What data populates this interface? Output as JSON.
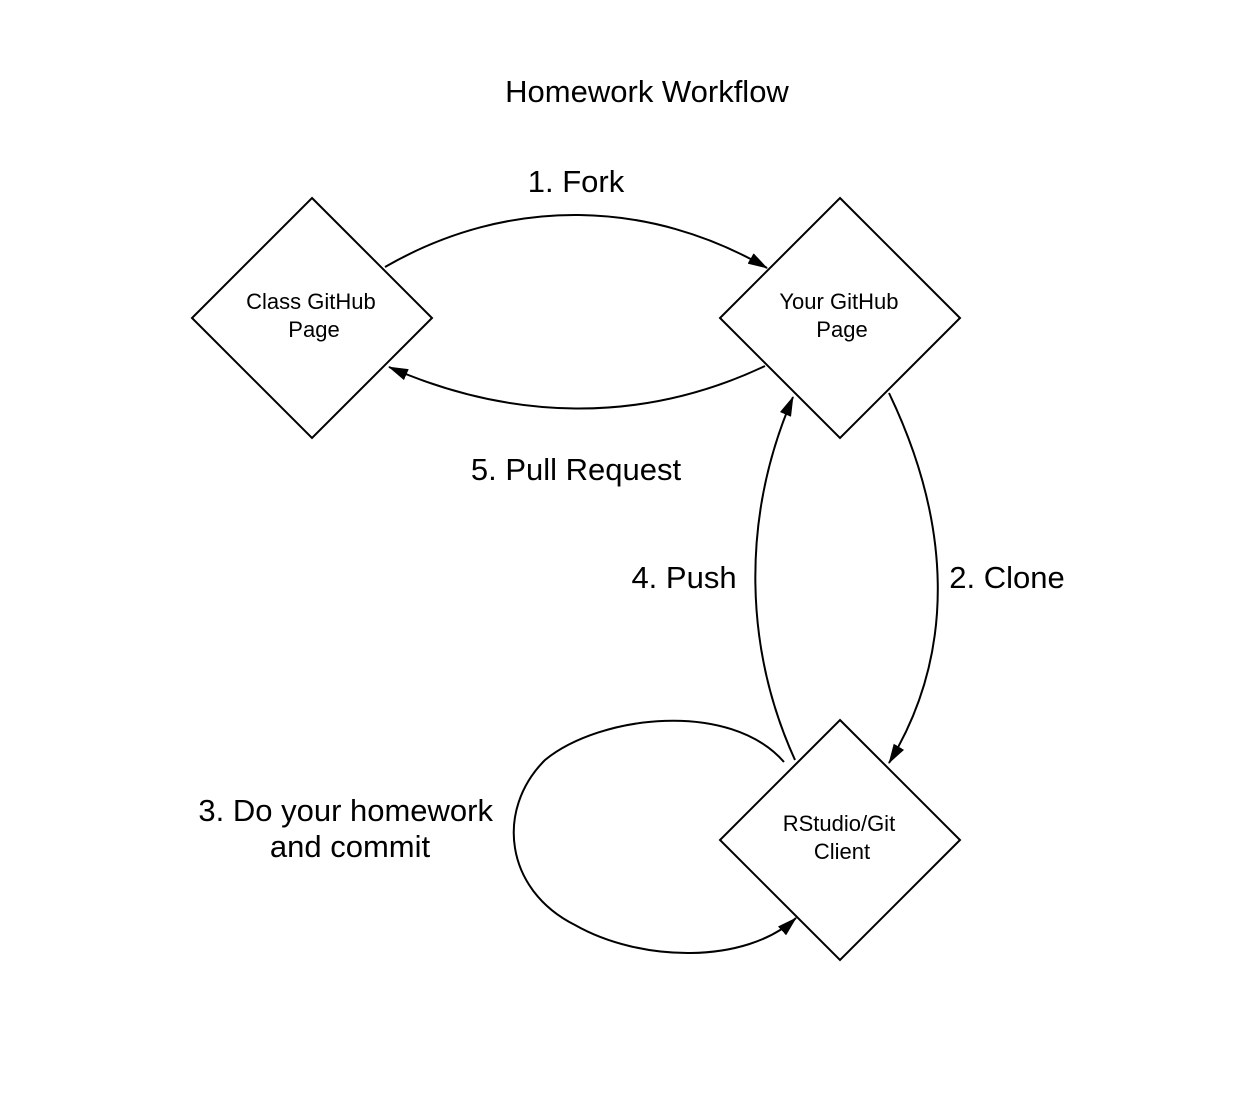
{
  "title": "Homework Workflow",
  "nodes": {
    "class_page": {
      "line1": "Class GitHub",
      "line2": "Page"
    },
    "your_page": {
      "line1": "Your GitHub",
      "line2": "Page"
    },
    "client": {
      "line1": "RStudio/Git",
      "line2": "Client"
    }
  },
  "edges": {
    "fork": {
      "label": "1. Fork",
      "from": "Class GitHub Page",
      "to": "Your GitHub Page"
    },
    "clone": {
      "label": "2. Clone",
      "from": "Your GitHub Page",
      "to": "RStudio/Git Client"
    },
    "commit": {
      "line1": "3. Do your homework",
      "line2": "and commit",
      "from": "RStudio/Git Client",
      "to": "RStudio/Git Client"
    },
    "push": {
      "label": "4. Push",
      "from": "RStudio/Git Client",
      "to": "Your GitHub Page"
    },
    "pull_request": {
      "label": "5. Pull Request",
      "from": "Your GitHub Page",
      "to": "Class GitHub Page"
    }
  },
  "colors": {
    "stroke": "#000000",
    "background": "#ffffff"
  }
}
